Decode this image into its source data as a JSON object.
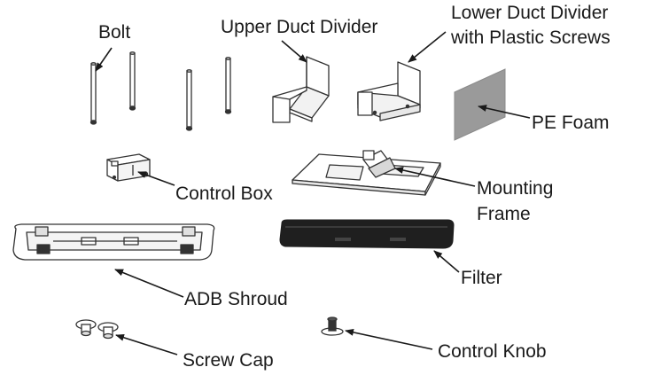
{
  "labels": {
    "bolt": "Bolt",
    "upper_duct_divider": "Upper Duct Divider",
    "lower_duct_divider_line1": "Lower Duct Divider",
    "lower_duct_divider_line2": "with Plastic Screws",
    "pe_foam": "PE Foam",
    "control_box": "Control Box",
    "mounting_frame_line1": "Mounting",
    "mounting_frame_line2": "Frame",
    "adb_shroud": "ADB Shroud",
    "filter": "Filter",
    "screw_cap": "Screw Cap",
    "control_knob": "Control Knob"
  },
  "colors": {
    "outline": "#333333",
    "foam": "#9a9a9a",
    "filter": "#1f1f1f",
    "text": "#1a1a1a"
  }
}
